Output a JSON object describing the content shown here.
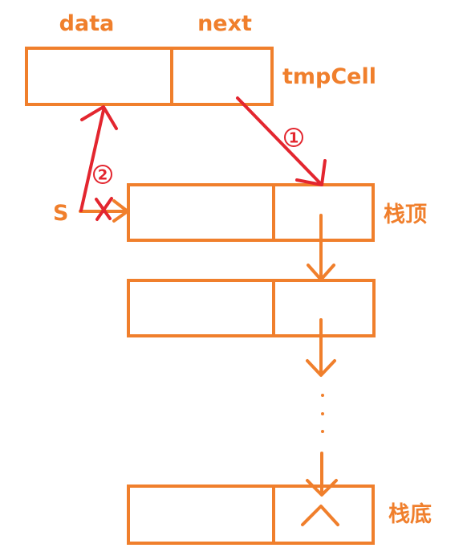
{
  "labels": {
    "data": "data",
    "next": "next",
    "tmp_cell": "tmpCell",
    "pointer_s": "S",
    "stack_top": "栈顶",
    "stack_bottom": "栈底"
  },
  "steps": {
    "step1": "1",
    "step2": "2"
  },
  "colors": {
    "node_stroke": "#f07f2c",
    "label_text": "#f07f2c",
    "annotation_red": "#e3262f",
    "background": "#ffffff"
  }
}
